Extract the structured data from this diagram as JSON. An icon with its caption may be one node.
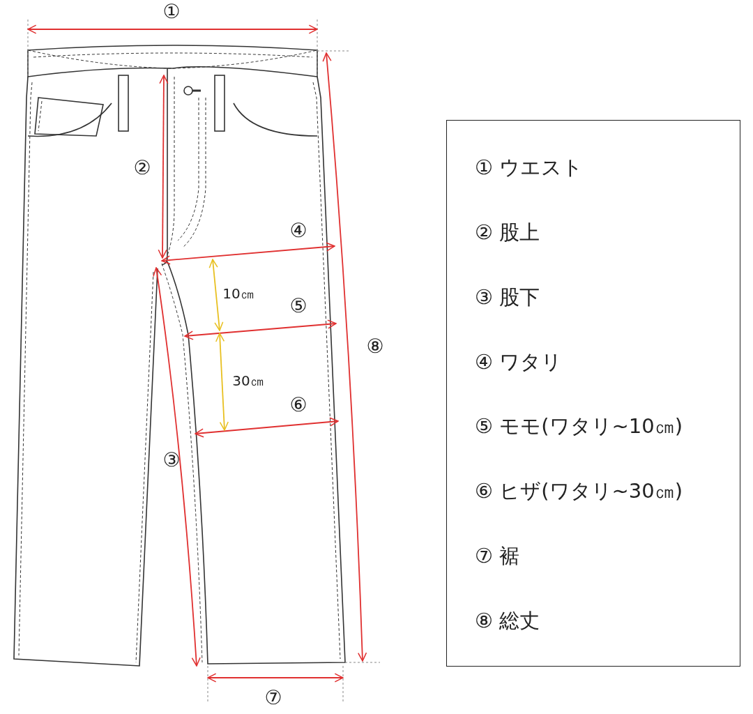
{
  "diagram": {
    "nodes": [
      {
        "text": [
          "① ウエスト",
          "② 股上",
          "③ 股下",
          "④ ワタリ",
          "⑤ モモ(ワタリ~10㎝)",
          "⑥ ヒザ(ワタリ~30㎝)",
          "⑦ 裾",
          "⑧ 総丈"
        ]
      }
    ],
    "edges": [],
    "labels": [
      "①",
      "②",
      "④",
      "10㎝",
      "⑤",
      "⑧",
      "30㎝",
      "⑥",
      "③",
      "⑦"
    ]
  }
}
